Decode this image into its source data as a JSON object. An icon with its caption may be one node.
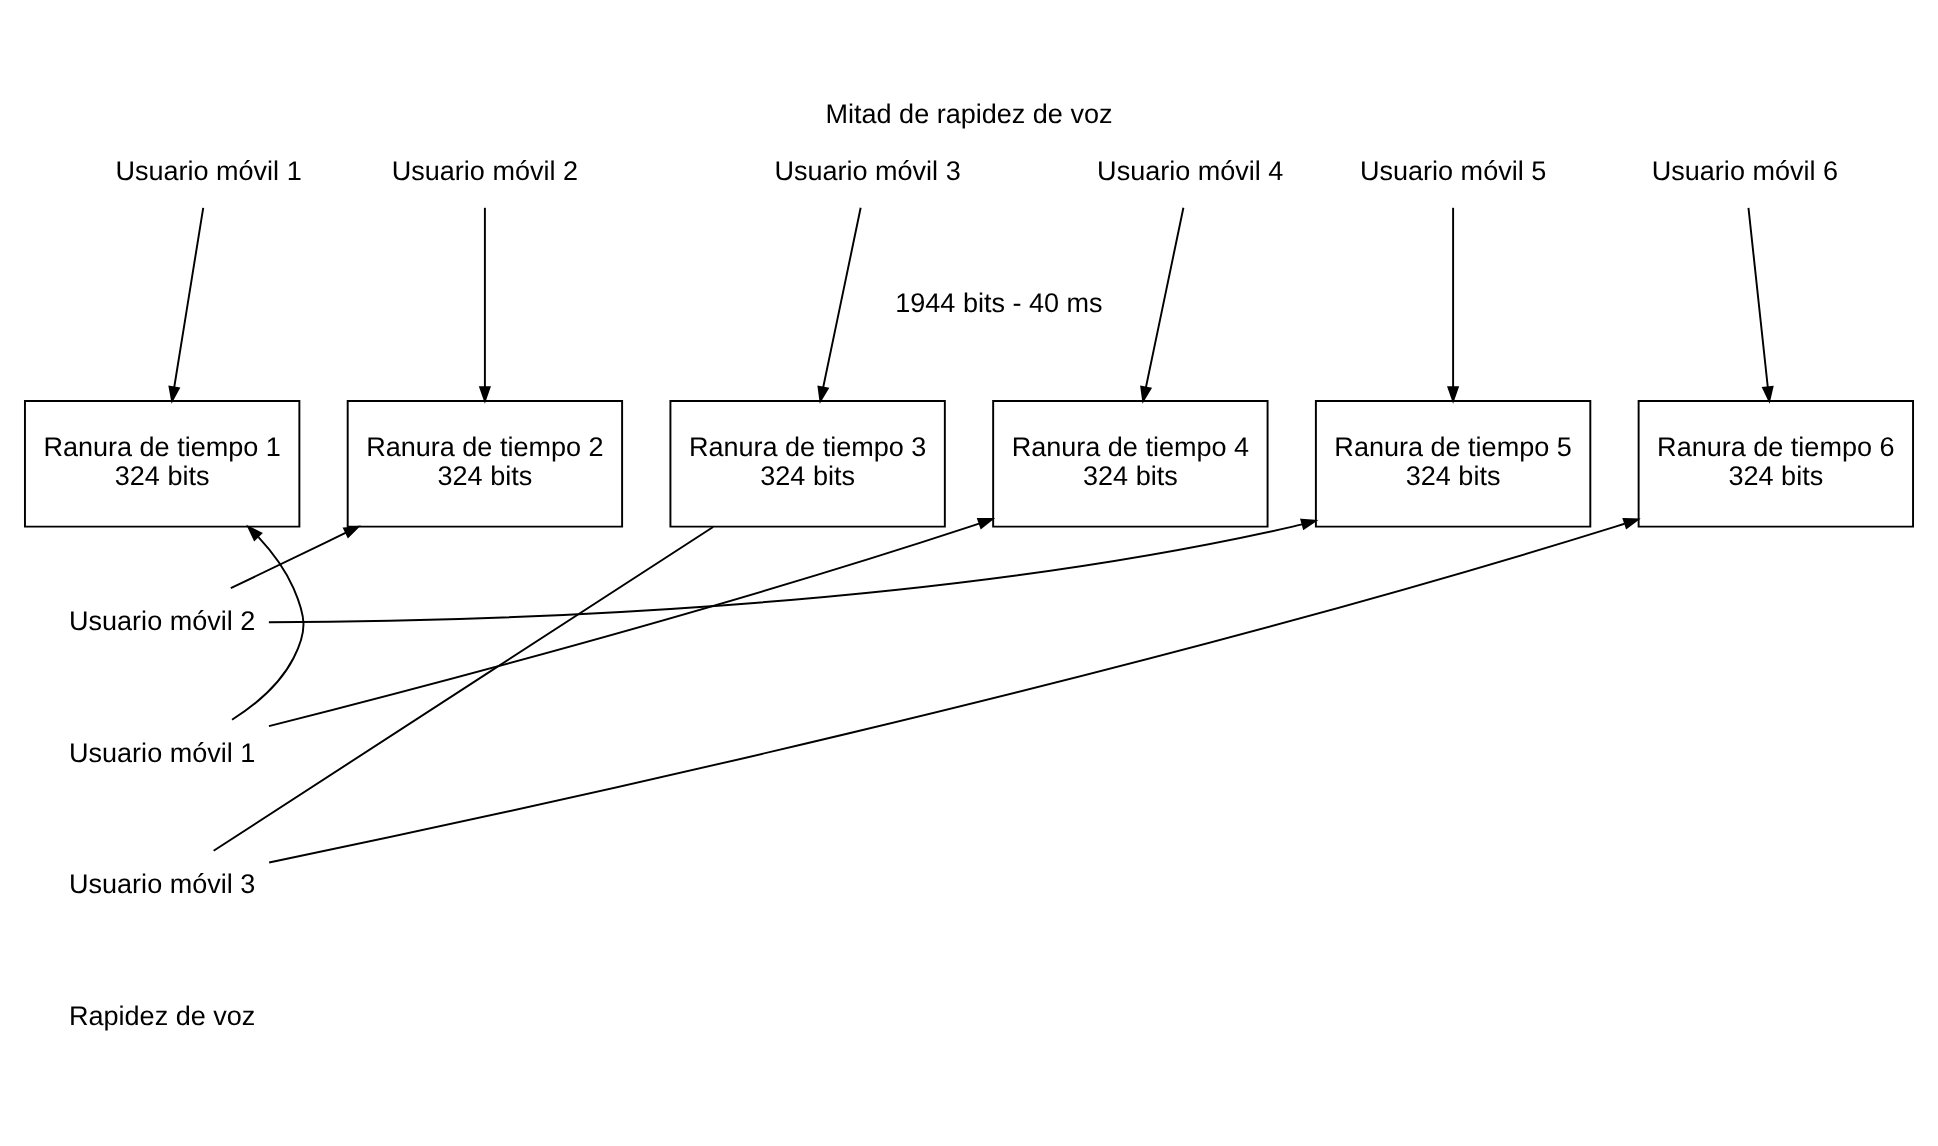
{
  "diagram": {
    "title": "Mitad de rapidez de voz",
    "caption": "Rapidez de voz",
    "nodes": [
      {
        "text": [
          "Usuario móvil 1"
        ]
      },
      {
        "text": [
          "Usuario móvil 2"
        ]
      },
      {
        "text": [
          "Usuario móvil 3"
        ]
      },
      {
        "text": [
          "Usuario móvil 4"
        ]
      },
      {
        "text": [
          "Usuario móvil 5"
        ]
      },
      {
        "text": [
          "Usuario móvil 6"
        ]
      },
      {
        "text": [
          "Ranura de tiempo 1",
          "324 bits"
        ]
      },
      {
        "text": [
          "Ranura de tiempo 2",
          "324 bits"
        ]
      },
      {
        "text": [
          "Ranura de tiempo 3",
          "324 bits"
        ]
      },
      {
        "text": [
          "Ranura de tiempo 4",
          "324 bits"
        ]
      },
      {
        "text": [
          "Ranura de tiempo 5",
          "324 bits"
        ]
      },
      {
        "text": [
          "Ranura de tiempo 6",
          "324 bits"
        ]
      },
      {
        "text": [
          "Usuario móvil 2"
        ]
      },
      {
        "text": [
          "Usuario móvil 1"
        ]
      },
      {
        "text": [
          "Usuario móvil 3"
        ]
      }
    ],
    "edges": [
      {
        "from": 0,
        "to": 6,
        "arrow": "to"
      },
      {
        "from": 1,
        "to": 7,
        "arrow": "to"
      },
      {
        "from": 2,
        "to": 8,
        "arrow": "to"
      },
      {
        "from": 3,
        "to": 9,
        "arrow": "to"
      },
      {
        "from": 4,
        "to": 10,
        "arrow": "to"
      },
      {
        "from": 5,
        "to": 11,
        "arrow": "to"
      },
      {
        "from": 12,
        "to": 7,
        "arrow": "to"
      },
      {
        "from": 12,
        "to": 10,
        "arrow": "to"
      },
      {
        "from": 13,
        "to": 6,
        "arrow": "to"
      },
      {
        "from": 13,
        "to": 9,
        "arrow": "to"
      },
      {
        "from": 14,
        "to": 8,
        "arrow": "none"
      },
      {
        "from": 14,
        "to": 11,
        "arrow": "to"
      }
    ],
    "labels": [
      "1944 bits - 40 ms"
    ]
  }
}
